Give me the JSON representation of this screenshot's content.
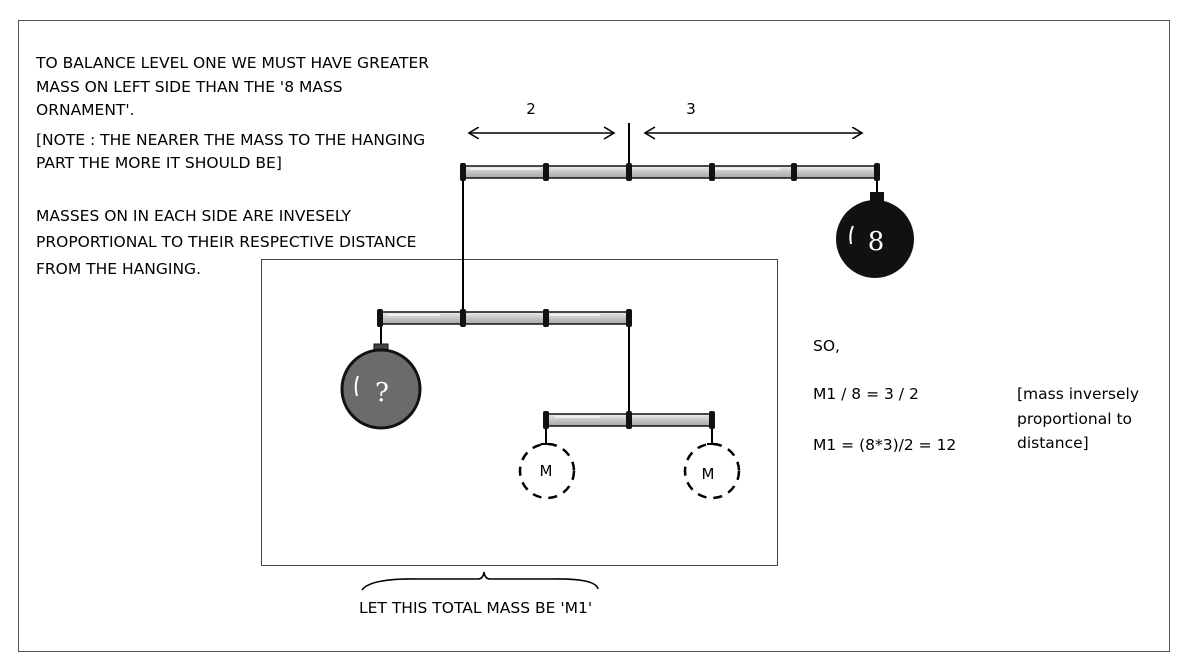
{
  "left_notes": {
    "lines": [
      "TO BALANCE LEVEL ONE WE MUST HAVE GREATER",
      "MASS ON LEFT SIDE THAN THE '8 MASS",
      "ORNAMENT'.",
      "[NOTE : THE NEARER THE MASS TO THE HANGING",
      "PART THE MORE IT SHOULD BE]",
      "",
      "MASSES ON IN EACH SIDE ARE INVESELY",
      "PROPORTIONAL TO THEIR RESPECTIVE DISTANCE",
      "FROM THE HANGING."
    ]
  },
  "dimensions": {
    "left": "2",
    "right": "3"
  },
  "weights": {
    "known": "8",
    "unknown": "?",
    "small_left": "M",
    "small_right": "M"
  },
  "caption": "LET THIS TOTAL MASS BE 'M1'",
  "solution": {
    "so": "SO,",
    "eq1": "M1 / 8 = 3 / 2",
    "eq2": "M1 = (8*3)/2 = 12",
    "note_lines": [
      "[mass inversely",
      "proportional to",
      "distance]"
    ]
  },
  "colors": {
    "rod_fill": "#c8c8c8",
    "black_weight": "#111111",
    "grey_weight": "#6b6b6b"
  }
}
